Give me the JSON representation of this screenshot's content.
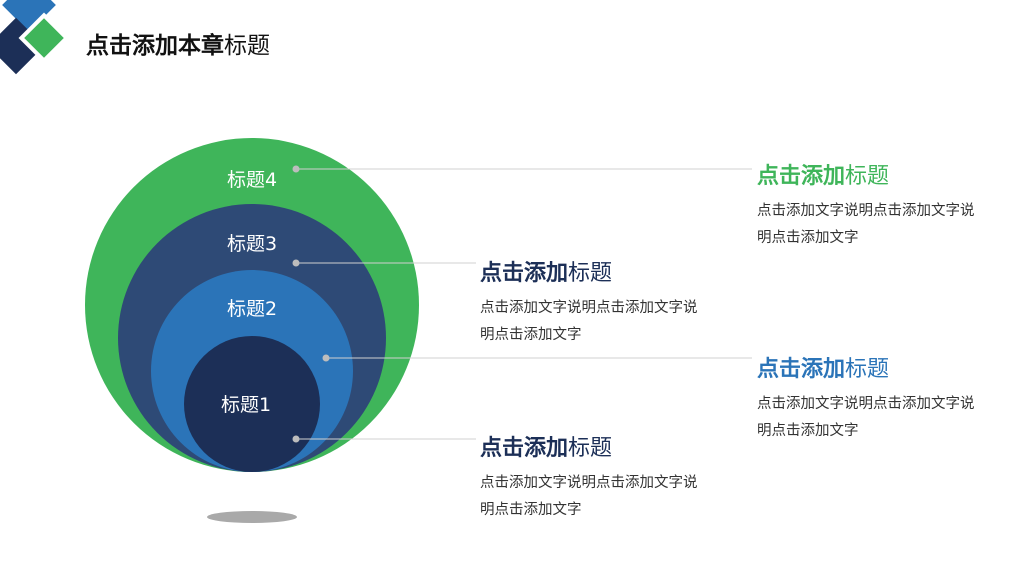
{
  "header": {
    "title_bold": "点击添加本章",
    "title_rest": "标题"
  },
  "colors": {
    "green": "#3fb55a",
    "navy": "#2e4a76",
    "blue": "#2b74b8",
    "dark": "#1c2f57",
    "shadow": "#a9a9a9"
  },
  "rings": [
    {
      "label": "标题4"
    },
    {
      "label": "标题3"
    },
    {
      "label": "标题2"
    },
    {
      "label": "标题1"
    }
  ],
  "blocks": [
    {
      "heading_bold": "点击添加",
      "heading_rest": "标题",
      "desc": "点击添加文字说明点击添加文字说明点击添加文字",
      "color": "#3fb55a"
    },
    {
      "heading_bold": "点击添加",
      "heading_rest": "标题",
      "desc": "点击添加文字说明点击添加文字说明点击添加文字",
      "color": "#1c2f57"
    },
    {
      "heading_bold": "点击添加",
      "heading_rest": "标题",
      "desc": "点击添加文字说明点击添加文字说明点击添加文字",
      "color": "#2b74b8"
    },
    {
      "heading_bold": "点击添加",
      "heading_rest": "标题",
      "desc": "点击添加文字说明点击添加文字说明点击添加文字",
      "color": "#1c2f57"
    }
  ]
}
